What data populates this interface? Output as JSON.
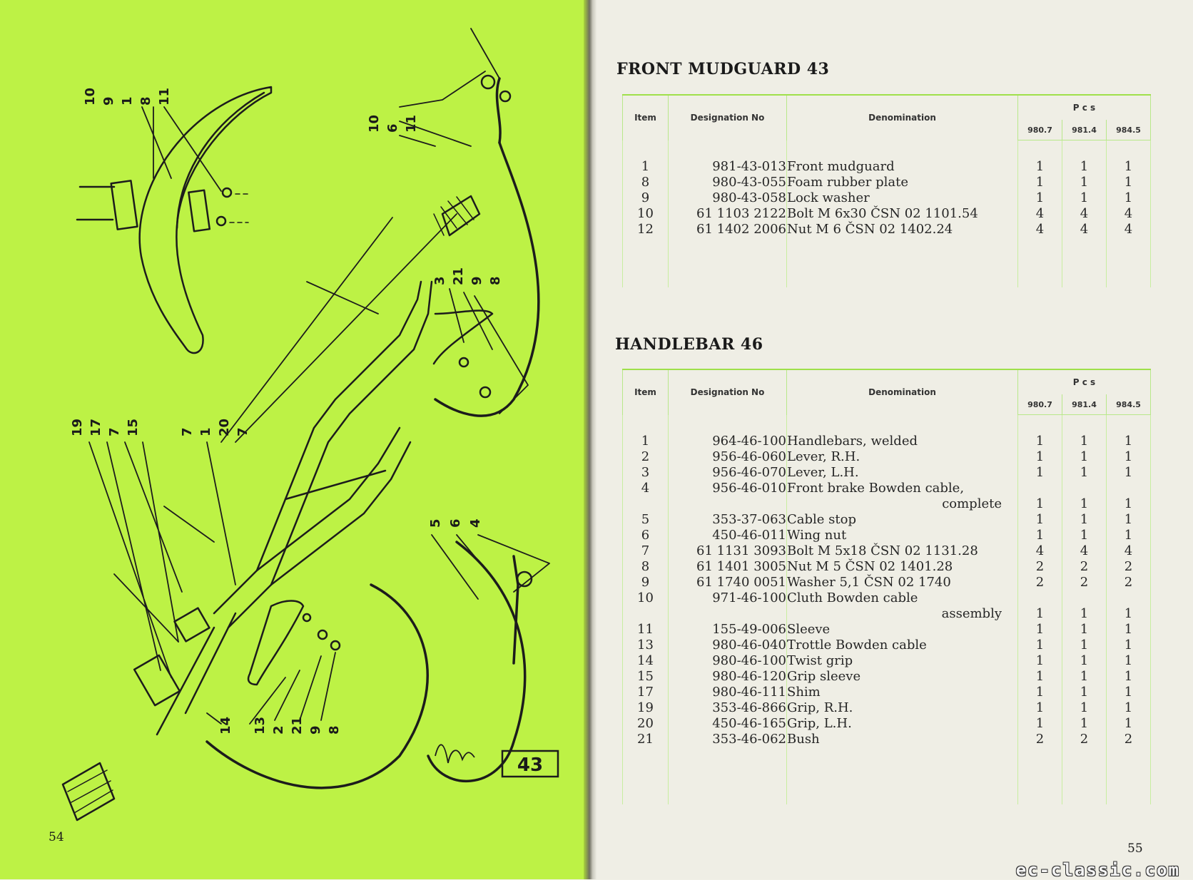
{
  "left_page": {
    "page_number": "54",
    "figure_number": "43",
    "callout_groups": [
      [
        "10",
        "9",
        "1",
        "8",
        "11"
      ],
      [
        "10",
        "6",
        "11"
      ],
      [
        "3",
        "21",
        "9",
        "8"
      ],
      [
        "19",
        "17",
        "7",
        "15"
      ],
      [
        "7",
        "1",
        "20",
        "7"
      ],
      [
        "5",
        "6",
        "4"
      ],
      [
        "14"
      ],
      [
        "13",
        "2",
        "21",
        "9",
        "8"
      ]
    ]
  },
  "right_page": {
    "page_number": "55",
    "watermark": "ec-classic.com",
    "columns": {
      "item": "Item",
      "designation": "Designation No",
      "denomination": "Denomination",
      "pcs": "P c s",
      "models": [
        "980.7",
        "981.4",
        "984.5"
      ]
    },
    "mudguard": {
      "title": "FRONT MUDGUARD 43",
      "rows": [
        {
          "item": "1",
          "des": "981-43-013",
          "den": "Front  mudguard",
          "q": [
            "1",
            "1",
            "1"
          ]
        },
        {
          "item": "8",
          "des": "980-43-055",
          "den": "Foam rubber plate",
          "q": [
            "1",
            "1",
            "1"
          ]
        },
        {
          "item": "9",
          "des": "980-43-058",
          "den": "Lock  washer",
          "q": [
            "1",
            "1",
            "1"
          ]
        },
        {
          "item": "10",
          "des": "61  1103  2122",
          "den": "Bolt  M  6x30   ČSN 02 1101.54",
          "q": [
            "4",
            "4",
            "4"
          ]
        },
        {
          "item": "12",
          "des": "61  1402  2006",
          "den": "Nut  M  6          ČSN 02 1402.24",
          "q": [
            "4",
            "4",
            "4"
          ]
        }
      ]
    },
    "handlebar": {
      "title": "HANDLEBAR 46",
      "rows": [
        {
          "item": "1",
          "des": "964-46-100",
          "den": "Handlebars,  welded",
          "q": [
            "1",
            "1",
            "1"
          ]
        },
        {
          "item": "2",
          "des": "956-46-060",
          "den": "Lever,  R.H.",
          "q": [
            "1",
            "1",
            "1"
          ]
        },
        {
          "item": "3",
          "des": "956-46-070",
          "den": "Lever,  L.H.",
          "q": [
            "1",
            "1",
            "1"
          ]
        },
        {
          "item": "4",
          "des": "956-46-010",
          "den": "Front  brake Bowden cable,",
          "q": [
            "",
            "",
            ""
          ]
        },
        {
          "item": "",
          "des": "",
          "den": "complete",
          "cont": true,
          "q": [
            "1",
            "1",
            "1"
          ]
        },
        {
          "item": "5",
          "des": "353-37-063",
          "den": "Cable  stop",
          "q": [
            "1",
            "1",
            "1"
          ]
        },
        {
          "item": "6",
          "des": "450-46-011",
          "den": "Wing  nut",
          "q": [
            "1",
            "1",
            "1"
          ]
        },
        {
          "item": "7",
          "des": "61  1131  3093",
          "den": "Bolt  M  5x18  ČSN 02 1131.28",
          "q": [
            "4",
            "4",
            "4"
          ]
        },
        {
          "item": "8",
          "des": "61  1401  3005",
          "den": "Nut  M  5          ČSN 02 1401.28",
          "q": [
            "2",
            "2",
            "2"
          ]
        },
        {
          "item": "9",
          "des": "61  1740  0051",
          "den": "Washer  5,1        ČSN 02 1740",
          "q": [
            "2",
            "2",
            "2"
          ]
        },
        {
          "item": "10",
          "des": "971-46-100",
          "den": "Cluth  Bowden cable",
          "q": [
            "",
            "",
            ""
          ]
        },
        {
          "item": "",
          "des": "",
          "den": "assembly",
          "cont": true,
          "q": [
            "1",
            "1",
            "1"
          ]
        },
        {
          "item": "11",
          "des": "155-49-006",
          "den": "Sleeve",
          "q": [
            "1",
            "1",
            "1"
          ]
        },
        {
          "item": "13",
          "des": "980-46-040",
          "den": "Trottle  Bowden  cable",
          "q": [
            "1",
            "1",
            "1"
          ]
        },
        {
          "item": "14",
          "des": "980-46-100",
          "den": "Twist  grip",
          "q": [
            "1",
            "1",
            "1"
          ]
        },
        {
          "item": "15",
          "des": "980-46-120",
          "den": "Grip  sleeve",
          "q": [
            "1",
            "1",
            "1"
          ]
        },
        {
          "item": "17",
          "des": "980-46-111",
          "den": "Shim",
          "q": [
            "1",
            "1",
            "1"
          ]
        },
        {
          "item": "19",
          "des": "353-46-866",
          "den": "Grip,  R.H.",
          "q": [
            "1",
            "1",
            "1"
          ]
        },
        {
          "item": "20",
          "des": "450-46-165",
          "den": "Grip,  L.H.",
          "q": [
            "1",
            "1",
            "1"
          ]
        },
        {
          "item": "21",
          "des": "353-46-062",
          "den": "Bush",
          "q": [
            "2",
            "2",
            "2"
          ]
        }
      ]
    }
  },
  "colors": {
    "left_page_bg": "#bdf245",
    "right_page_bg": "#efeee5",
    "table_rule": "#9fe04a"
  }
}
